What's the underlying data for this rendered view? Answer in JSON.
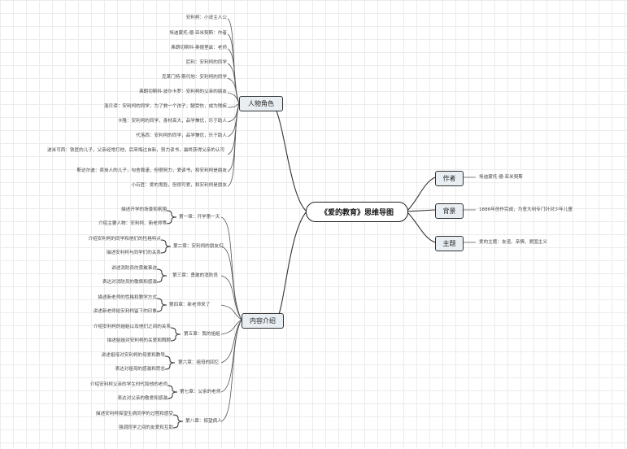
{
  "root": "《爱的教育》思维导图",
  "branches": {
    "characters": {
      "label": "人物角色",
      "items": [
        "安利柯：小说主人公",
        "埃迪蒙托·德·亚米契斯：作者",
        "弗朗切斯科·奥德里兹：老师",
        "尼利：安利柯的同学",
        "克莱门特·斯代地：安利柯的同学",
        "弗朗切斯科·波尔卡罗：安利柯的父亲的朋友",
        "洛贝谛：安利柯的同学，为了救一个孩子，腿受伤，成为残疾",
        "卡隆：安利柯的同学，身材高大，品学兼优，乐于助人",
        "代洛西：安利柯的同学，品学兼优，乐于助人",
        "波米可西：铁匠的儿子，父亲经常打他，后来悔过自新，努力读书，最终获得父亲的认可",
        "斯达尔迪：卖炭人的儿子，勾舍裁谨，但很努力，爱读书，和安利柯是朋友",
        "小石匠：爱的鬼脸，但很可爱，和安利柯是朋友"
      ]
    },
    "author": {
      "label": "作者",
      "detail": "埃迪蒙托·德·亚米契斯"
    },
    "background": {
      "label": "背景",
      "detail": "1886年创作完成，为意大利专门针对少年儿童"
    },
    "theme": {
      "label": "主题",
      "detail": "爱的主题：友谊、亲情、爱国主义"
    },
    "content": {
      "label": "内容介绍",
      "chapters": [
        {
          "title": "第一章：开学第一天",
          "points": [
            "描述开学的场景和氛围",
            "介绍主要人物：安利柯、新老师等"
          ]
        },
        {
          "title": "第二章：安利柯的朋友们",
          "points": [
            "介绍安利柯的同学和他们的性格特点",
            "描述安利柯与同学们的关系"
          ]
        },
        {
          "title": "第三章：勇敢的消防员",
          "points": [
            "讲述消防员的勇敢事迹",
            "表达对消防员的敬佩和感激"
          ]
        },
        {
          "title": "第四章：新老师来了",
          "points": [
            "描述新老师的性格和教学方式",
            "讲述新老师给安利柯留下的印象"
          ]
        },
        {
          "title": "第五章：我的姐姐",
          "points": [
            "介绍安利柯的姐姐以及他们之间的关系",
            "描述姐姐对安利柯的关爱和照顾"
          ]
        },
        {
          "title": "第六章：祖母的回忆",
          "points": [
            "讲述祖母对安利柯的母爱和教导",
            "表达对祖母的感激和思念"
          ]
        },
        {
          "title": "第七章：父亲的老师",
          "points": [
            "介绍安利柯父亲的学生时代和他的老师",
            "表达对父亲的敬爱和感激"
          ]
        },
        {
          "title": "第八章：探望病人",
          "points": [
            "描述安利柯探望生病同学的过程和感受",
            "强调同学之间的友爱和互助"
          ]
        }
      ]
    }
  }
}
